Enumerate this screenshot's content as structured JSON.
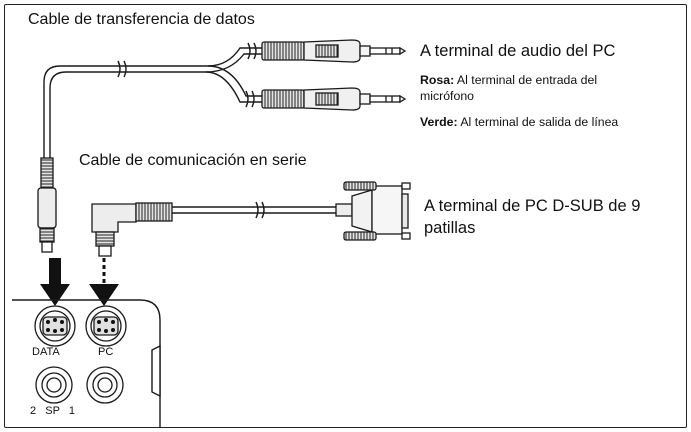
{
  "diagram": {
    "title": "Cable de transferencia de datos",
    "audio_terminal": "A terminal de audio del PC",
    "pink_label": "Rosa:",
    "pink_text_line1": "Al terminal de entrada del",
    "pink_text_line2": "micrófono",
    "green_label": "Verde:",
    "green_text": "Al terminal de salida de línea",
    "serial_cable": "Cable de comunicación en serie",
    "dsub_line1": "A terminal de PC D-SUB de 9",
    "dsub_line2": "patillas",
    "port_data": "DATA",
    "port_pc": "PC",
    "sp_label": "2   SP   1"
  },
  "colors": {
    "line": "#1a1a1a",
    "connector_fill": "#dcdcdc",
    "arrow": "#111111",
    "background": "#ffffff"
  }
}
